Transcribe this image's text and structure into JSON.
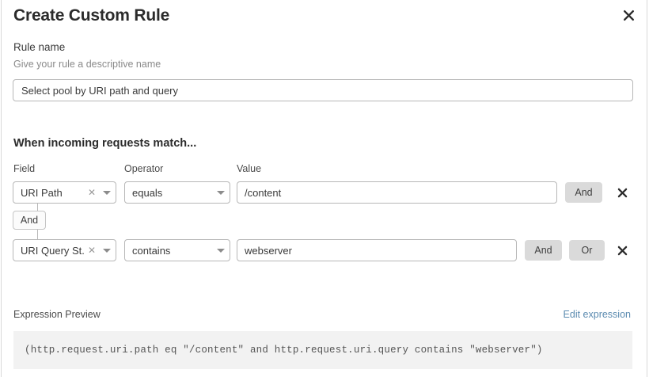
{
  "dialog": {
    "title": "Create Custom Rule",
    "close_icon": "close-icon"
  },
  "rule_name": {
    "label": "Rule name",
    "help": "Give your rule a descriptive name",
    "value": "Select pool by URI path and query",
    "placeholder": "Rule name"
  },
  "match": {
    "heading": "When incoming requests match...",
    "columns": {
      "field": "Field",
      "operator": "Operator",
      "value": "Value"
    },
    "connector": {
      "label": "And"
    },
    "rows": [
      {
        "field": "URI Path",
        "field_clear_icon": "clear-icon",
        "field_caret_icon": "chevron-down-icon",
        "operator": "equals",
        "operator_caret_icon": "chevron-down-icon",
        "value": "/content",
        "value_placeholder": "Value",
        "and_label": "And",
        "delete_icon": "close-icon"
      },
      {
        "field": "URI Query St...",
        "field_clear_icon": "clear-icon",
        "field_caret_icon": "chevron-down-icon",
        "operator": "contains",
        "operator_caret_icon": "chevron-down-icon",
        "value": "webserver",
        "value_placeholder": "Value",
        "and_label": "And",
        "or_label": "Or",
        "delete_icon": "close-icon"
      }
    ]
  },
  "expression": {
    "label": "Expression Preview",
    "edit_link": "Edit expression",
    "code": "(http.request.uri.path eq \"/content\" and http.request.uri.query contains \"webserver\")"
  },
  "colors": {
    "link": "#5b8bb0",
    "button_grey": "#dadada",
    "code_bg": "#f2f2f2",
    "border": "#b7b7b7"
  }
}
